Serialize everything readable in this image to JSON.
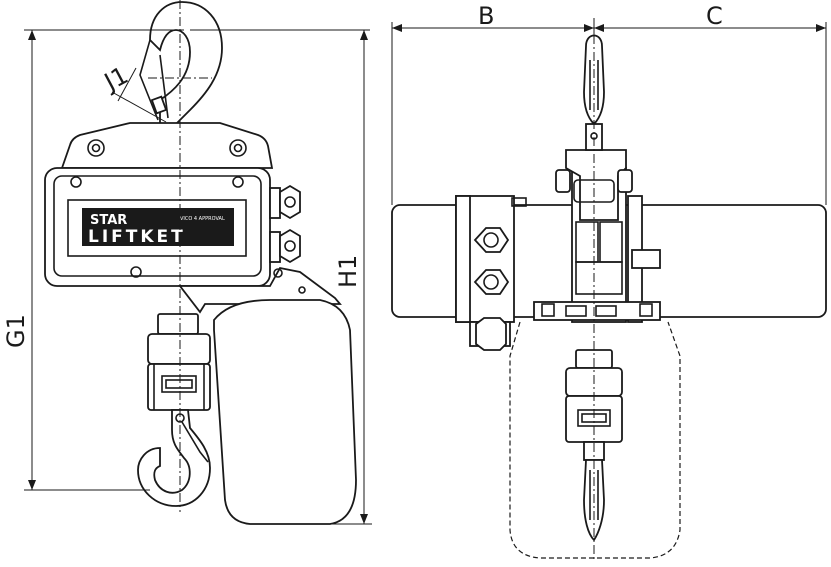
{
  "dimension_labels": {
    "g1": "G1",
    "h1": "H1",
    "j1": "J1",
    "b": "B",
    "c": "C"
  },
  "nameplate": {
    "brand_top": "STAR",
    "brand_main": "LIFTKET",
    "small_text": "VICO 4 APPROVAL"
  },
  "colors": {
    "line": "#1a1a1a",
    "background": "#ffffff"
  }
}
